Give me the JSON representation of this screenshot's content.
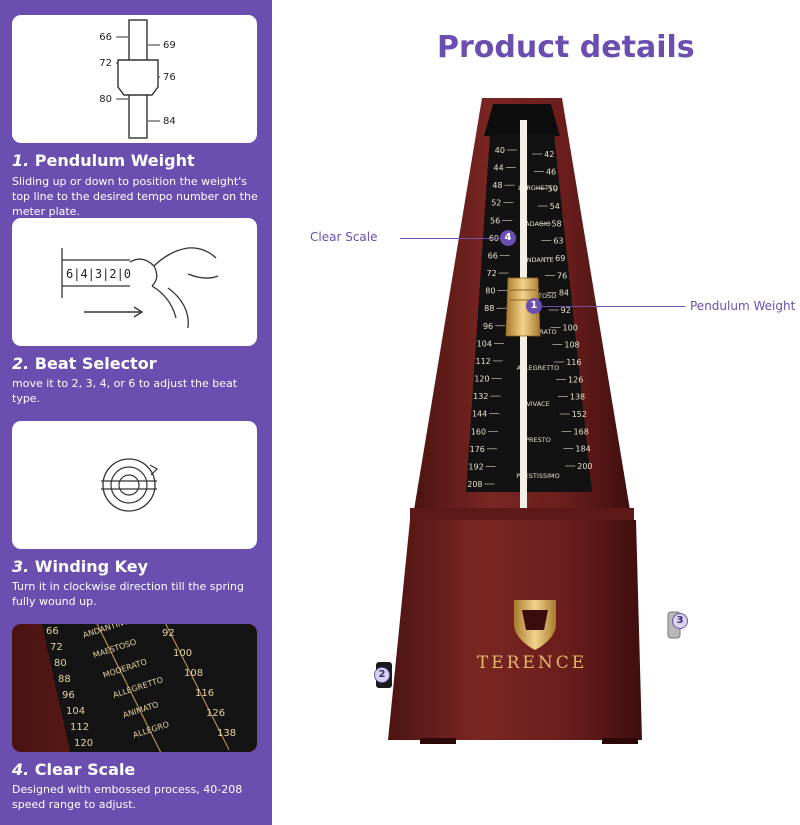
{
  "page": {
    "title": "Product details"
  },
  "colors": {
    "accent": "#6b4fb0",
    "wood": "#6e1d1b",
    "gold": "#d6a85a",
    "scale_bg": "#111111"
  },
  "features": [
    {
      "number": "1.",
      "name": "Pendulum Weight",
      "description": "Sliding up or down to position the weight's top line to the desired tempo number on the meter plate."
    },
    {
      "number": "2.",
      "name": "Beat Selector",
      "description": "move it to 2, 3, 4, or 6 to adjust the beat type."
    },
    {
      "number": "3.",
      "name": "Winding Key",
      "description": "Turn it in clockwise direction till the spring fully wound up."
    },
    {
      "number": "4.",
      "name": "Clear Scale",
      "description": "Designed with embossed process, 40-208 speed range to adjust."
    }
  ],
  "diagram1": {
    "marks_left": [
      "66",
      "72",
      "80"
    ],
    "marks_right": [
      "69",
      "76",
      "84"
    ]
  },
  "diagram2": {
    "beat_digits": "6|4|3|2|0"
  },
  "closeup": {
    "left_numbers": [
      "66",
      "72",
      "80",
      "88",
      "96",
      "104",
      "112",
      "120"
    ],
    "right_numbers": [
      "92",
      "100",
      "108",
      "116",
      "126",
      "138"
    ],
    "terms": [
      "ANDANTINO",
      "MAESTOSO",
      "MODERATO",
      "ALLEGRETTO",
      "ANIMATO",
      "ALLEGRO"
    ]
  },
  "callouts": {
    "clear_scale": {
      "label": "Clear Scale",
      "badge": "4"
    },
    "pendulum_weight": {
      "label": "Pendulum Weight",
      "badge": "1"
    },
    "beat_selector": {
      "badge": "2"
    },
    "winding_key": {
      "badge": "3"
    }
  },
  "metronome": {
    "brand": "TERENCE",
    "left_scale": [
      "40",
      "44",
      "48",
      "52",
      "56",
      "60",
      "66",
      "72",
      "80",
      "88",
      "96",
      "104",
      "112",
      "120",
      "132",
      "144",
      "160",
      "176",
      "192",
      "208"
    ],
    "right_scale": [
      "42",
      "46",
      "50",
      "54",
      "58",
      "63",
      "69",
      "76",
      "84",
      "92",
      "100",
      "108",
      "116",
      "126",
      "138",
      "152",
      "168",
      "184",
      "200"
    ],
    "terms": [
      "LARGHETTO",
      "ADAGIO",
      "ANDANTE",
      "MAESTOSO",
      "MODERATO",
      "ALLEGRETTO",
      "VIVACE",
      "PRESTO",
      "PRESTISSIMO"
    ]
  }
}
